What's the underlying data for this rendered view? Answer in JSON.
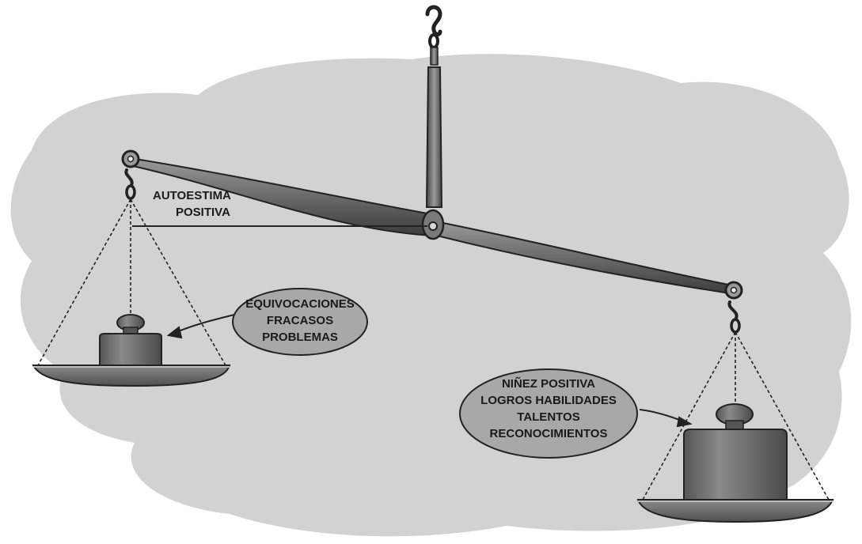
{
  "labels": {
    "top_left_line1": "AUTOESTIMA",
    "top_left_line2": "POSITIVA",
    "left_bubble": [
      "EQUIVOCACIONES",
      "FRACASOS",
      "PROBLEMAS"
    ],
    "right_bubble": [
      "NIÑEZ POSITIVA",
      "LOGROS HABILIDADES",
      "TALENTOS",
      "RECONOCIMIENTOS"
    ]
  },
  "colors": {
    "background_blob": "#d2d2d2",
    "metal": "#6e6e6e",
    "metal_dark": "#3a3a3a",
    "bubble": "#a8a8a8",
    "text": "#1a1a1a"
  },
  "icons": {
    "hook": "hook-icon",
    "weight_small": "small-weight-icon",
    "weight_large": "large-weight-icon"
  }
}
